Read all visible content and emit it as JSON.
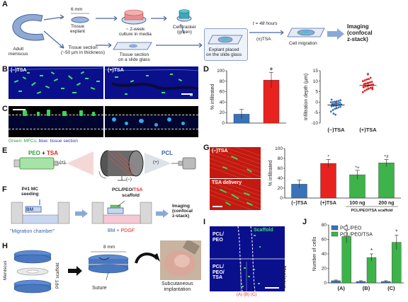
{
  "panel_labels": [
    "A",
    "B",
    "C",
    "D",
    "E",
    "F",
    "G",
    "H",
    "I",
    "J"
  ],
  "panelA": {
    "adult_meniscus": "Adult\nmeniscus",
    "dim_6mm": "6 mm",
    "tissue_explant": "Tissue\nexplant",
    "tissue_section": "Tissue section\n(~50 µm in thickness)",
    "culture": "~ 2-week\nculture in media",
    "section_on_slide": "Tissue section\non a slide glass",
    "cell_tracker": "Cell tracker\n(green)",
    "explant_placed": "Explant placed\non the slide glass",
    "time": "t = 48 hours",
    "tsa": "(±)TSA",
    "cell_migration": "Cell migration",
    "imaging": "Imaging\n(confocal\nz-stack)"
  },
  "panelB": {
    "left": "(–)TSA",
    "right": "(+)TSA"
  },
  "panelC": {
    "legend_green": "Green: MFCs",
    "legend_blue": "; blue: tissue section"
  },
  "panelE": {
    "peo": "PEO",
    "plus": "+",
    "tsa": "TSA",
    "pcl": "PCL",
    "pos": "(+)",
    "pos2": "(+)",
    "neg": "(–)"
  },
  "panelF": {
    "seeding": "P#1 MC\nseeding",
    "scaffold_a": "PCL/PEO/",
    "scaffold_b": "TSA",
    "scaffold_c": "scaffold",
    "bm": "BM",
    "migration_chamber": "\"Migration chamber\"",
    "bm_pdgf_a": "BM + ",
    "bm_pdgf_b": "PDGF",
    "imaging": "Imaging\n(confocal\nz-stack)"
  },
  "panelG": {
    "img_top": "(–)TSA",
    "img_bottom": "TSA delivery"
  },
  "panelH": {
    "meniscus": "Meniscus",
    "ppt": "PPT scaffold",
    "dim": "8 mm",
    "suture": "Suture",
    "implant": "Subcutaneous\nimplantation"
  },
  "panelI": {
    "scaffold": "Scaffold",
    "top": "PCL/\nPEO",
    "bottom": "PCL/\nPEO/\nTSA",
    "meniscus": "Meniscus",
    "regions": [
      "(A)",
      "(B)",
      "(C)"
    ]
  },
  "colors": {
    "blue_bar": "#3a72b8",
    "red_bar": "#e8221f",
    "green_bar": "#3db34a",
    "tissue_blue": "#0a0f8c",
    "cell_green": "#37d857"
  },
  "chart_data": [
    {
      "id": "D1",
      "type": "bar",
      "categories": [
        "(–)TSA",
        "(+)TSA"
      ],
      "values": [
        17,
        82
      ],
      "errors": [
        9,
        15
      ],
      "colors": [
        "#3a72b8",
        "#e8221f"
      ],
      "ylabel": "% infiltrated",
      "ylim": [
        0,
        100
      ],
      "yticks": [
        0,
        20,
        40,
        60,
        80,
        100
      ],
      "annotations": [
        "",
        "+"
      ]
    },
    {
      "id": "D2",
      "type": "scatter",
      "categories": [
        "(–)TSA",
        "(+)TSA"
      ],
      "ylabel": "Infiltration depth (µm)",
      "ylim": [
        -10,
        15
      ],
      "yticks": [
        -10,
        -5,
        0,
        5,
        10,
        15
      ],
      "colors": [
        "#3a72b8",
        "#e8221f"
      ],
      "series": [
        {
          "category": "(–)TSA",
          "points": [
            -4.5,
            -3.8,
            -3.2,
            -2.9,
            -2.5,
            -2.2,
            -2.0,
            -1.8,
            -1.6,
            -1.5,
            -1.3,
            -1.1,
            -1.0,
            -0.8,
            -0.6,
            -0.5,
            -0.3,
            -0.1,
            0.0,
            0.2,
            0.4,
            0.6,
            0.9,
            1.2,
            -5.5,
            -6.0
          ],
          "mean": -1.4,
          "sd": 1.8
        },
        {
          "category": "(+)TSA",
          "points": [
            4.8,
            5.5,
            6.0,
            6.4,
            6.8,
            7.0,
            7.3,
            7.5,
            7.8,
            8.0,
            8.2,
            8.4,
            8.6,
            8.9,
            9.1,
            9.4,
            9.7,
            10.0,
            10.4,
            10.8,
            11.0,
            11.6,
            6.2,
            7.1,
            8.8
          ],
          "mean": 8.0,
          "sd": 1.7
        }
      ],
      "annotations": [
        "",
        "+"
      ]
    },
    {
      "id": "G",
      "type": "bar",
      "categories": [
        "(–)TSA",
        "(+)TSA",
        "100 ng",
        "200 ng"
      ],
      "group_label": "PCL/PEO/TSA scaffold",
      "values": [
        28,
        70,
        47,
        71
      ],
      "errors": [
        8,
        8,
        9,
        7
      ],
      "colors": [
        "#3a72b8",
        "#e8221f",
        "#3db34a",
        "#3db34a"
      ],
      "ylabel": "% infiltrated",
      "ylim": [
        0,
        100
      ],
      "yticks": [
        0,
        20,
        40,
        60,
        80,
        100
      ],
      "annotations": [
        "",
        "*",
        "*+",
        "*#"
      ]
    },
    {
      "id": "J",
      "type": "bar",
      "categories": [
        "(A)",
        "(B)",
        "(C)"
      ],
      "series": [
        {
          "name": "PCL/PEO",
          "values": [
            3,
            2,
            2
          ],
          "errors": [
            1,
            1,
            1
          ],
          "color": "#3a72b8"
        },
        {
          "name": "PCL/PEO/TSA",
          "values": [
            64,
            35,
            56
          ],
          "errors": [
            9,
            5,
            10
          ],
          "color": "#3db34a"
        }
      ],
      "ylabel": "Number of cells",
      "ylim": [
        0,
        80
      ],
      "yticks": [
        0,
        20,
        40,
        60,
        80
      ],
      "annotations": [
        "*",
        "*",
        "*"
      ],
      "legend": "top-left"
    }
  ]
}
